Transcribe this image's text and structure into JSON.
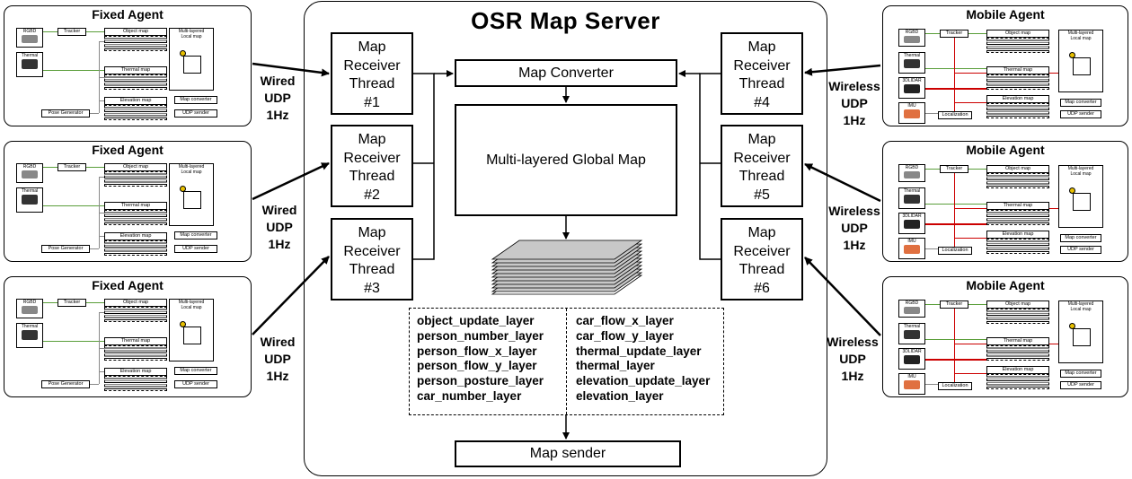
{
  "server": {
    "title": "OSR Map Server",
    "map_converter": "Map Converter",
    "global_map": "Multi-layered Global Map",
    "map_sender": "Map sender",
    "threads_left": [
      {
        "line1": "Map",
        "line2": "Receiver",
        "line3": "Thread",
        "line4": "#1"
      },
      {
        "line1": "Map",
        "line2": "Receiver",
        "line3": "Thread",
        "line4": "#2"
      },
      {
        "line1": "Map",
        "line2": "Receiver",
        "line3": "Thread",
        "line4": "#3"
      }
    ],
    "threads_right": [
      {
        "line1": "Map",
        "line2": "Receiver",
        "line3": "Thread",
        "line4": "#4"
      },
      {
        "line1": "Map",
        "line2": "Receiver",
        "line3": "Thread",
        "line4": "#5"
      },
      {
        "line1": "Map",
        "line2": "Receiver",
        "line3": "Thread",
        "line4": "#6"
      }
    ],
    "layers_left": [
      "object_update_layer",
      "person_number_layer",
      "person_flow_x_layer",
      "person_flow_y_layer",
      "person_posture_layer",
      "car_number_layer"
    ],
    "layers_right": [
      "car_flow_x_layer",
      "car_flow_y_layer",
      "thermal_update_layer",
      "thermal_layer",
      "elevation_update_layer",
      "elevation_layer"
    ]
  },
  "fixed_agents": [
    {
      "title": "Fixed Agent",
      "protocol": {
        "l1": "Wired",
        "l2": "UDP",
        "l3": "1Hz"
      }
    },
    {
      "title": "Fixed Agent",
      "protocol": {
        "l1": "Wired",
        "l2": "UDP",
        "l3": "1Hz"
      }
    },
    {
      "title": "Fixed Agent",
      "protocol": {
        "l1": "Wired",
        "l2": "UDP",
        "l3": "1Hz"
      }
    }
  ],
  "mobile_agents": [
    {
      "title": "Mobile Agent",
      "protocol": {
        "l1": "Wireless",
        "l2": "UDP",
        "l3": "1Hz"
      }
    },
    {
      "title": "Mobile Agent",
      "protocol": {
        "l1": "Wireless",
        "l2": "UDP",
        "l3": "1Hz"
      }
    },
    {
      "title": "Mobile Agent",
      "protocol": {
        "l1": "Wireless",
        "l2": "UDP",
        "l3": "1Hz"
      }
    }
  ],
  "agent_labels": {
    "rgbd": "RGBD",
    "thermal": "Thermal",
    "lidar": "3DLIDAR",
    "imu": "IMU",
    "tracker": "Tracker",
    "object_map": "Object map",
    "thermal_map": "Thermal map",
    "elevation_map": "Elevation map",
    "local_map_l1": "Multi-layered",
    "local_map_l2": "Local map",
    "map_converter": "Map converter",
    "udp_sender": "UDP sender",
    "pose_generator": "Pose Generator",
    "localization": "Localization"
  },
  "colors": {
    "accent_red": "#cc0000",
    "accent_green": "#5a9e3a",
    "line_gray": "#888888"
  }
}
